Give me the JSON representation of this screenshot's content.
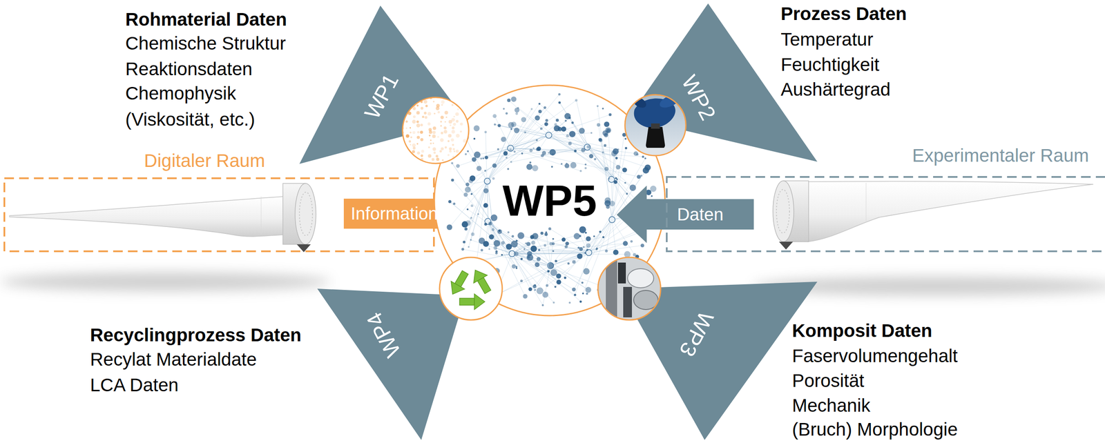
{
  "diagram": {
    "nodes": [
      {
        "text": [
          "WP1"
        ]
      },
      {
        "text": [
          "WP2"
        ]
      },
      {
        "text": [
          "Digitaler Raum"
        ]
      },
      {
        "text": [
          "Information"
        ]
      },
      {
        "text": [
          "WP5"
        ]
      },
      {
        "text": [
          "Daten"
        ]
      },
      {
        "text": [
          "Experimentaler Raum"
        ]
      },
      {
        "text": [
          "WP4"
        ]
      },
      {
        "text": [
          "WP3"
        ]
      }
    ],
    "labels": [
      "Rohmaterial Daten",
      "Chemische Struktur",
      "Reaktionsdaten",
      "Chemophysik",
      "(Viskosität, etc.)",
      "Prozess Daten",
      "Temperatur",
      "Feuchtigkeit",
      "Aushärtegrad",
      "Recyclingprozess Daten",
      "Recylat Materialdate",
      "LCA Daten",
      "Komposit Daten",
      "Faservolumengehalt",
      "Porosität",
      "Mechanik",
      "(Bruch) Morphologie"
    ]
  }
}
